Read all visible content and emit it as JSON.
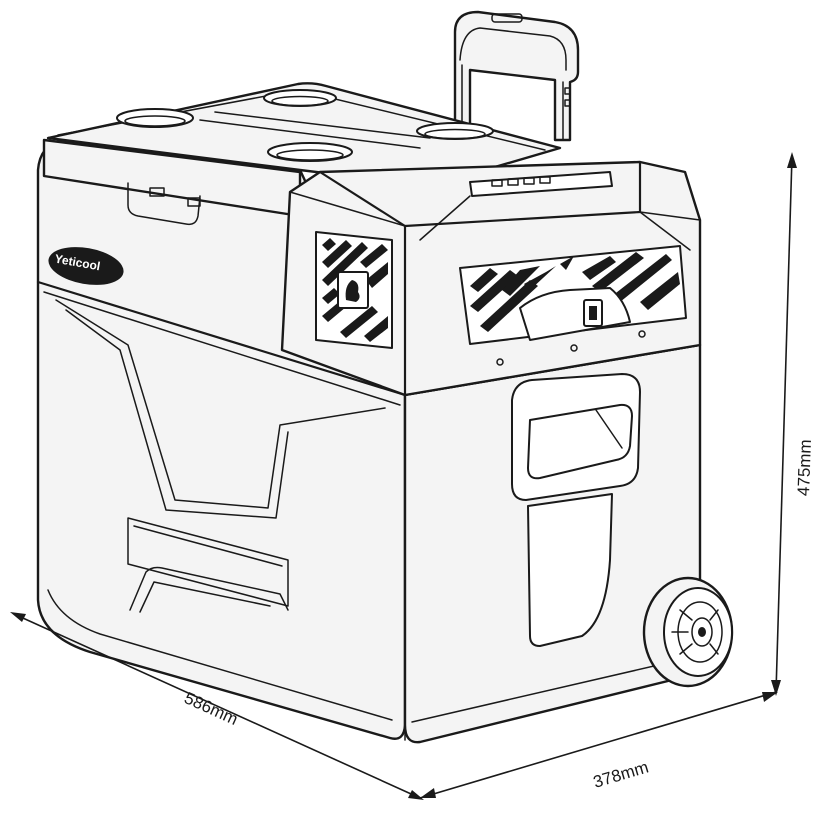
{
  "brand": {
    "logo_text": "Yeticool"
  },
  "dimensions": {
    "width": "586mm",
    "depth": "378mm",
    "height": "475mm"
  },
  "colors": {
    "line": "#1a1a1a",
    "fill": "#f4f4f4",
    "logo_background": "#1a1a1a"
  }
}
